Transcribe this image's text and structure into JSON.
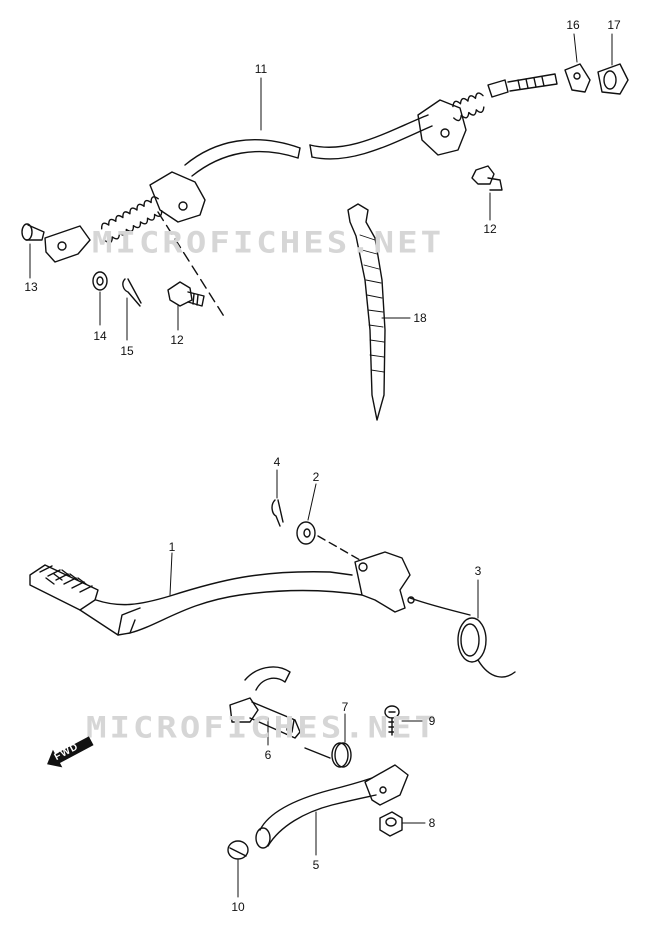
{
  "watermark": "MICROFICHES.NET",
  "fwd_label": "FWD",
  "callouts": {
    "c1": "1",
    "c2": "2",
    "c3": "3",
    "c4": "4",
    "c5": "5",
    "c6": "6",
    "c7": "7",
    "c8": "8",
    "c9": "9",
    "c10": "10",
    "c11": "11",
    "c12a": "12",
    "c12b": "12",
    "c13": "13",
    "c14": "14",
    "c15": "15",
    "c16": "16",
    "c17": "17",
    "c18": "18"
  }
}
